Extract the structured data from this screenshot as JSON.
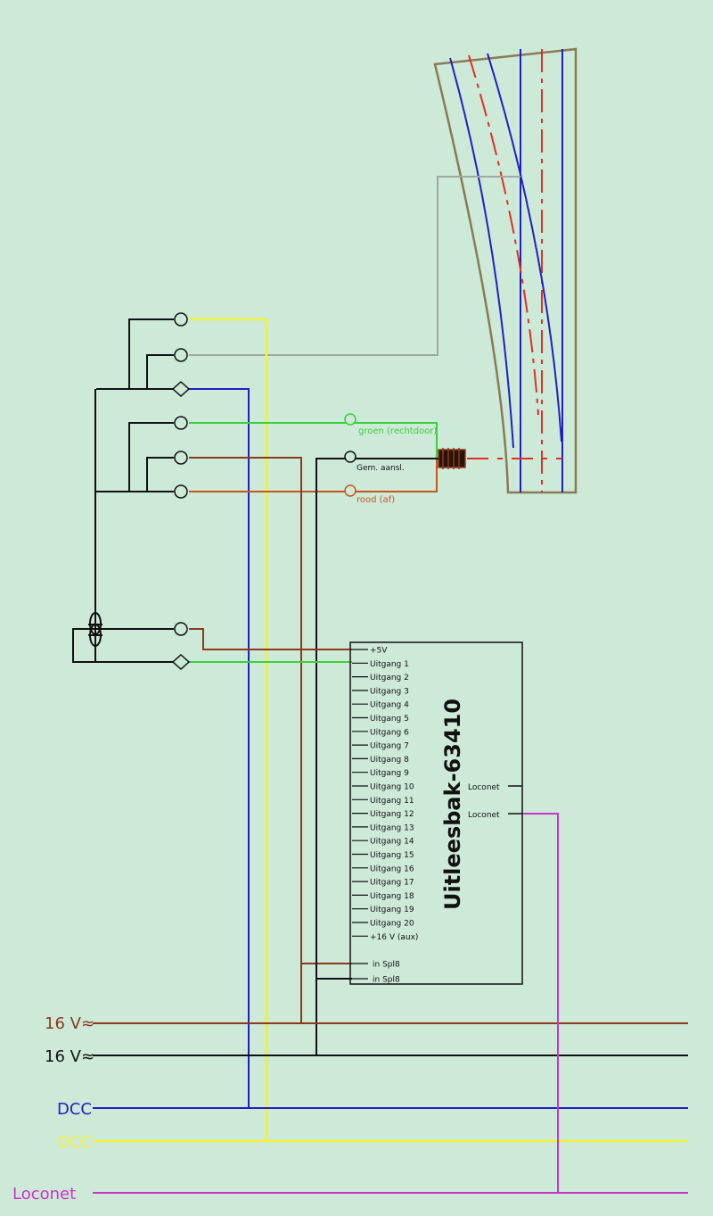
{
  "colors": {
    "background": "#cde9d8",
    "brown": "#8b3a1a",
    "orange": "#c8551e",
    "black": "#111111",
    "blue": "#2020c0",
    "yellow": "#f2f23a",
    "magenta": "#cc33cc",
    "green": "#3ccf3c",
    "gray": "#a0a8a0",
    "red": "#e03020",
    "track_outline": "#8a7a55"
  },
  "icons": {
    "track": "turnout-track-icon",
    "coil": "coil-icon",
    "relay": "relay-switch-icon"
  },
  "bus": {
    "brown_label": "16 V≈",
    "black_label": "16 V≈",
    "blue_label": "DCC",
    "yellow_label": "DCC",
    "magenta_label": "Loconet"
  },
  "module": {
    "title": "Uitleesbak-63410",
    "power_label": "+5V",
    "outputs": [
      "Uitgang 1",
      "Uitgang 2",
      "Uitgang 3",
      "Uitgang 4",
      "Uitgang 5",
      "Uitgang 6",
      "Uitgang 7",
      "Uitgang 8",
      "Uitgang 9",
      "Uitgang 10",
      "Uitgang 11",
      "Uitgang 12",
      "Uitgang 13",
      "Uitgang 14",
      "Uitgang 15",
      "Uitgang 16",
      "Uitgang 17",
      "Uitgang 18",
      "Uitgang 19",
      "Uitgang 20"
    ],
    "supply_label": "+16 V (aux)",
    "in_labels": [
      "in Spl8",
      "in Spl8"
    ],
    "loconet_labels": [
      "Loconet",
      "Loconet"
    ]
  },
  "drive": {
    "green_label": "groen (rechtdoor)",
    "black_label": "Gem. aansl.",
    "orange_label": "rood (af)"
  }
}
